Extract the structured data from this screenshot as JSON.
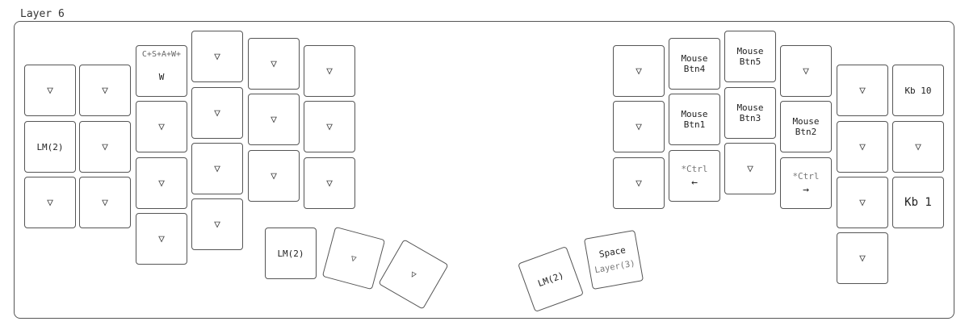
{
  "layer_title": "Layer 6",
  "glyphs": {
    "transparent": "▽"
  },
  "keys": {
    "l_c0_r0": {
      "tap": "▽"
    },
    "l_c0_r1": {
      "tap": "LM(2)"
    },
    "l_c0_r2": {
      "tap": "▽"
    },
    "l_c1_r0": {
      "tap": "▽"
    },
    "l_c1_r1": {
      "tap": "▽"
    },
    "l_c1_r2": {
      "tap": "▽"
    },
    "l_c2_r0": {
      "shifted": "C+S+A+W+",
      "tap": "W"
    },
    "l_c2_r1": {
      "tap": "▽"
    },
    "l_c2_r2": {
      "tap": "▽"
    },
    "l_c2_r3": {
      "tap": "▽"
    },
    "l_c3_r0": {
      "tap": "▽"
    },
    "l_c3_r1": {
      "tap": "▽"
    },
    "l_c3_r2": {
      "tap": "▽"
    },
    "l_c3_r3": {
      "tap": "▽"
    },
    "l_c4_r0": {
      "tap": "▽"
    },
    "l_c4_r1": {
      "tap": "▽"
    },
    "l_c4_r2": {
      "tap": "▽"
    },
    "l_c5_r0": {
      "tap": "▽"
    },
    "l_c5_r1": {
      "tap": "▽"
    },
    "l_c5_r2": {
      "tap": "▽"
    },
    "l_thumb_0": {
      "tap": "LM(2)"
    },
    "l_thumb_1": {
      "tap": "▽"
    },
    "l_thumb_2": {
      "tap": "▽"
    },
    "r_c0_r0": {
      "tap": "▽"
    },
    "r_c0_r1": {
      "tap": "▽"
    },
    "r_c0_r2": {
      "tap": "▽"
    },
    "r_c1_r0": {
      "tap": "Mouse\nBtn4"
    },
    "r_c1_r1": {
      "tap": "Mouse\nBtn1"
    },
    "r_c1_r2": {
      "shifted": "*Ctrl",
      "tap": "←"
    },
    "r_c2_r0": {
      "tap": "Mouse\nBtn5"
    },
    "r_c2_r1": {
      "tap": "Mouse\nBtn3"
    },
    "r_c2_r2": {
      "tap": "▽"
    },
    "r_c3_r0": {
      "tap": "▽"
    },
    "r_c3_r1": {
      "tap": "Mouse\nBtn2"
    },
    "r_c3_r2": {
      "shifted": "*Ctrl",
      "tap": "→"
    },
    "r_c4_r0": {
      "tap": "▽"
    },
    "r_c4_r1": {
      "tap": "▽"
    },
    "r_c4_r2": {
      "tap": "▽"
    },
    "r_c4_r3": {
      "tap": "▽"
    },
    "r_c5_r0": {
      "tap": "Kb 10"
    },
    "r_c5_r1": {
      "tap": "▽"
    },
    "r_c5_r2": {
      "tap": "Kb 1"
    },
    "r_thumb_0": {
      "tap": "LM(2)"
    },
    "r_thumb_1": {
      "tap": "Space",
      "hold": "Layer(3)"
    }
  }
}
